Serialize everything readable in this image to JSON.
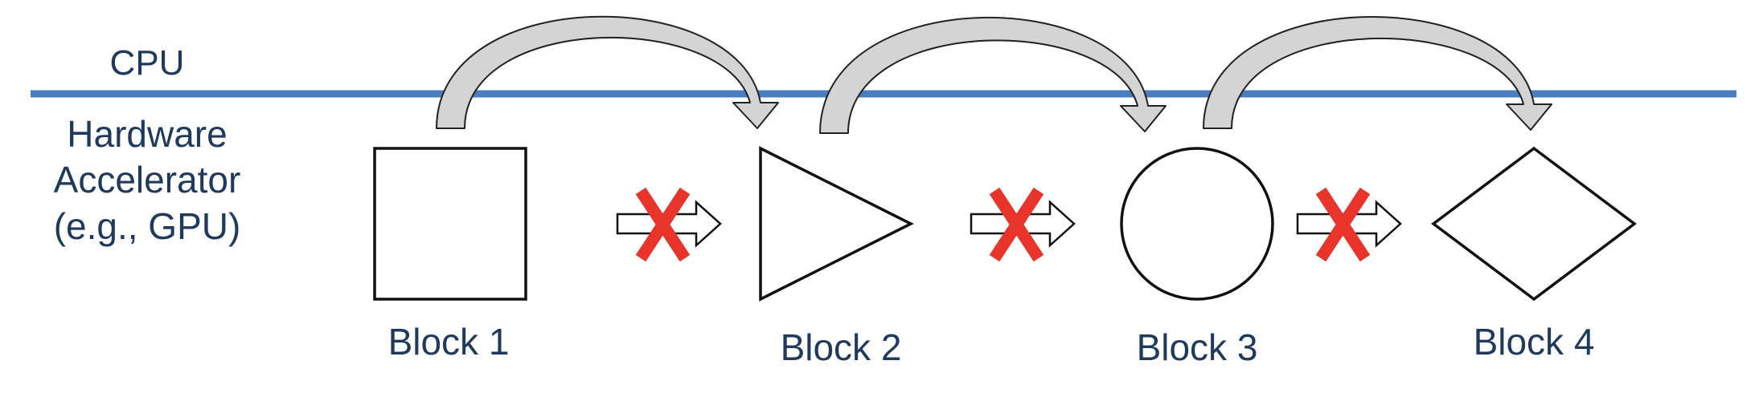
{
  "labels": {
    "cpu": "CPU",
    "accelerator_line1": "Hardware",
    "accelerator_line2": "Accelerator",
    "accelerator_line3": "(e.g., GPU)"
  },
  "blocks": [
    {
      "shape": "square",
      "label": "Block 1"
    },
    {
      "shape": "triangle",
      "label": "Block 2"
    },
    {
      "shape": "circle",
      "label": "Block 3"
    },
    {
      "shape": "diamond",
      "label": "Block 4"
    }
  ],
  "colors": {
    "divider_line": "#4a7ec0",
    "text": "#1f3a5c",
    "blocked_x": "#e8342a",
    "curved_arrow_fill": "#d4d4d4"
  }
}
